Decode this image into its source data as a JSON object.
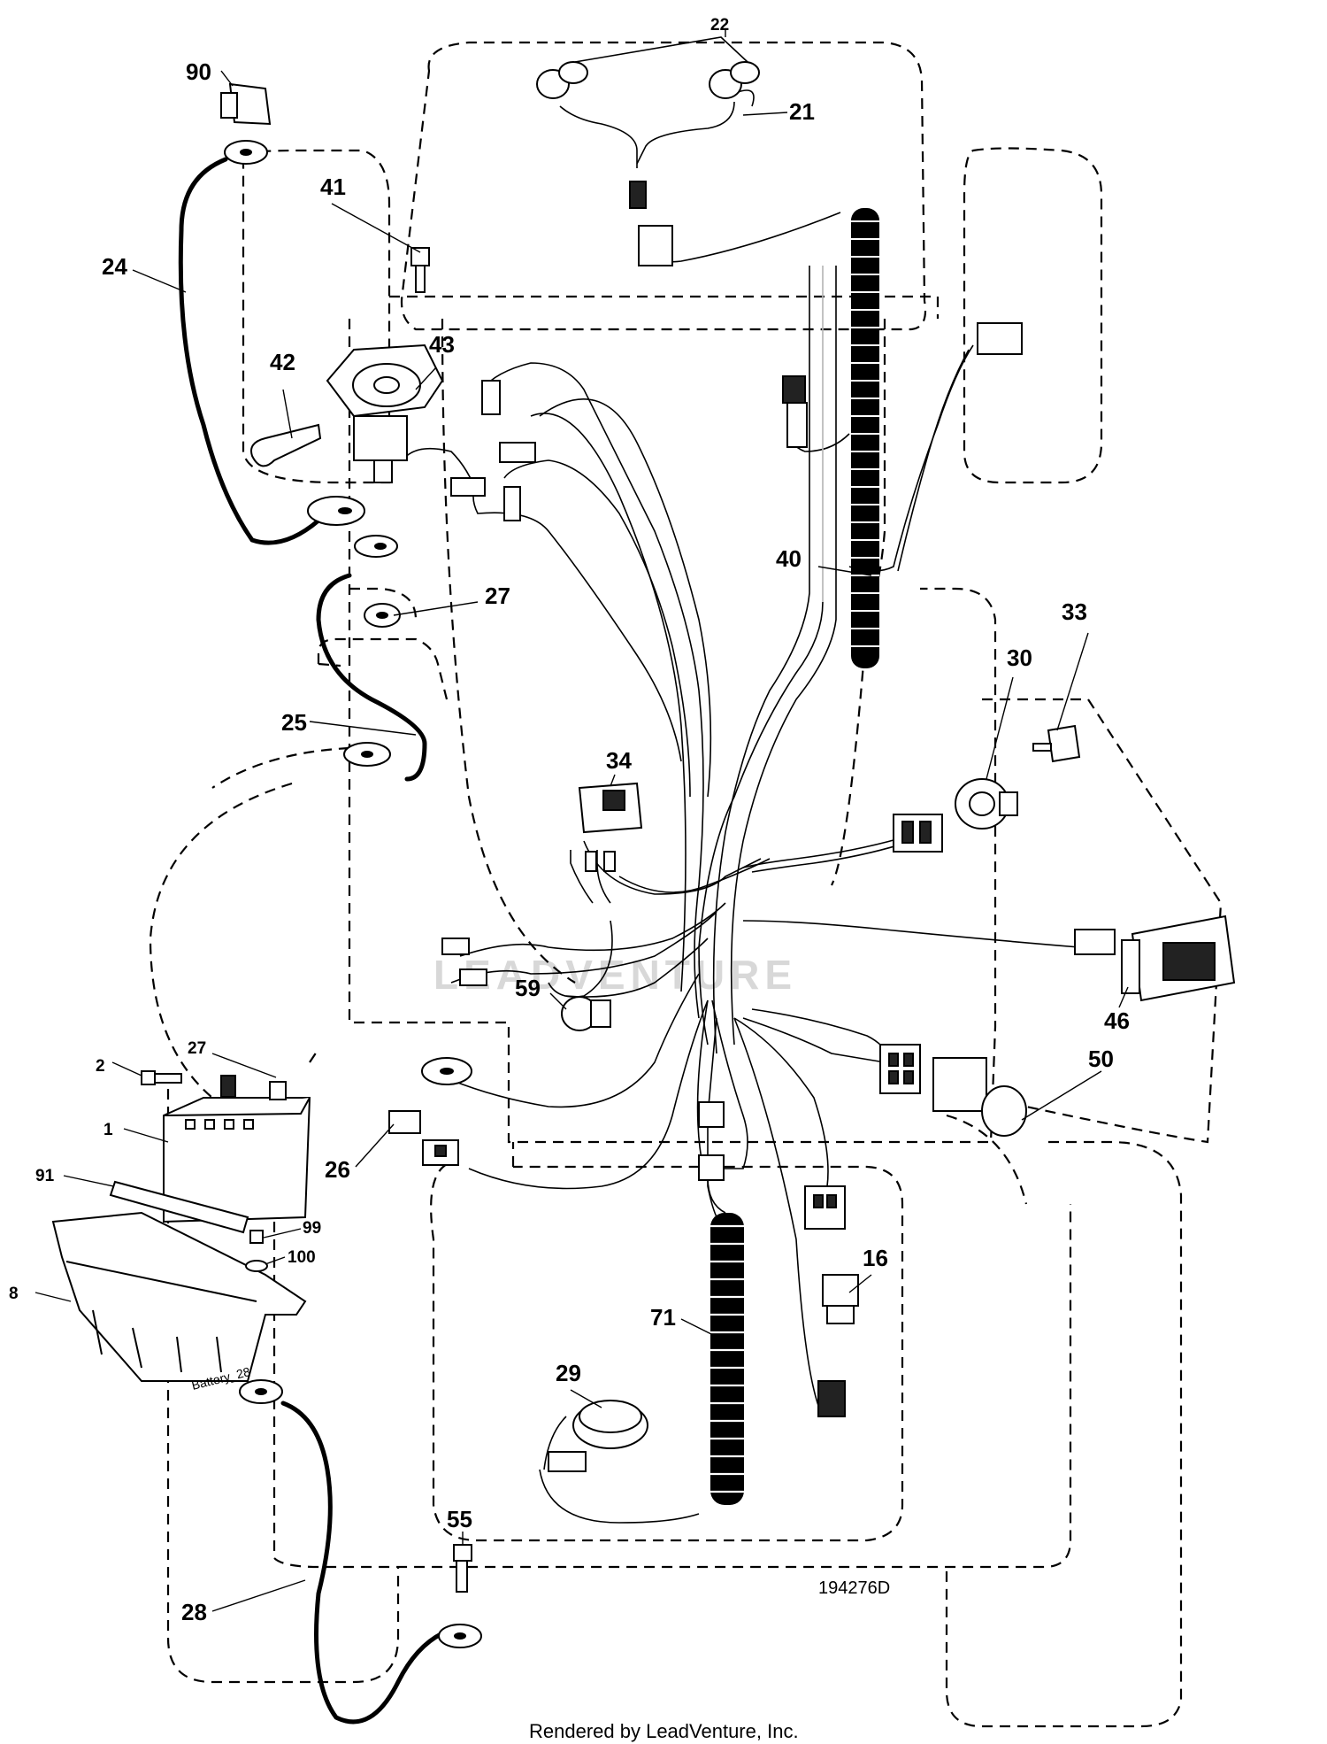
{
  "callouts": {
    "c90": "90",
    "c22": "22",
    "c21": "21",
    "c41": "41",
    "c24": "24",
    "c42": "42",
    "c43": "43",
    "c40": "40",
    "c27a": "27",
    "c33": "33",
    "c30": "30",
    "c25": "25",
    "c34": "34",
    "c59": "59",
    "c46": "46",
    "c2": "2",
    "c27b": "27",
    "c50": "50",
    "c1": "1",
    "c26": "26",
    "c91": "91",
    "c99": "99",
    "c100": "100",
    "c16": "16",
    "c8": "8",
    "c71": "71",
    "c29": "29",
    "c55": "55",
    "c28": "28"
  },
  "battery_label": "Battery_28",
  "drawing_number": "194276D",
  "watermark": "LEADVENTURE",
  "footer": "Rendered by LeadVenture, Inc."
}
